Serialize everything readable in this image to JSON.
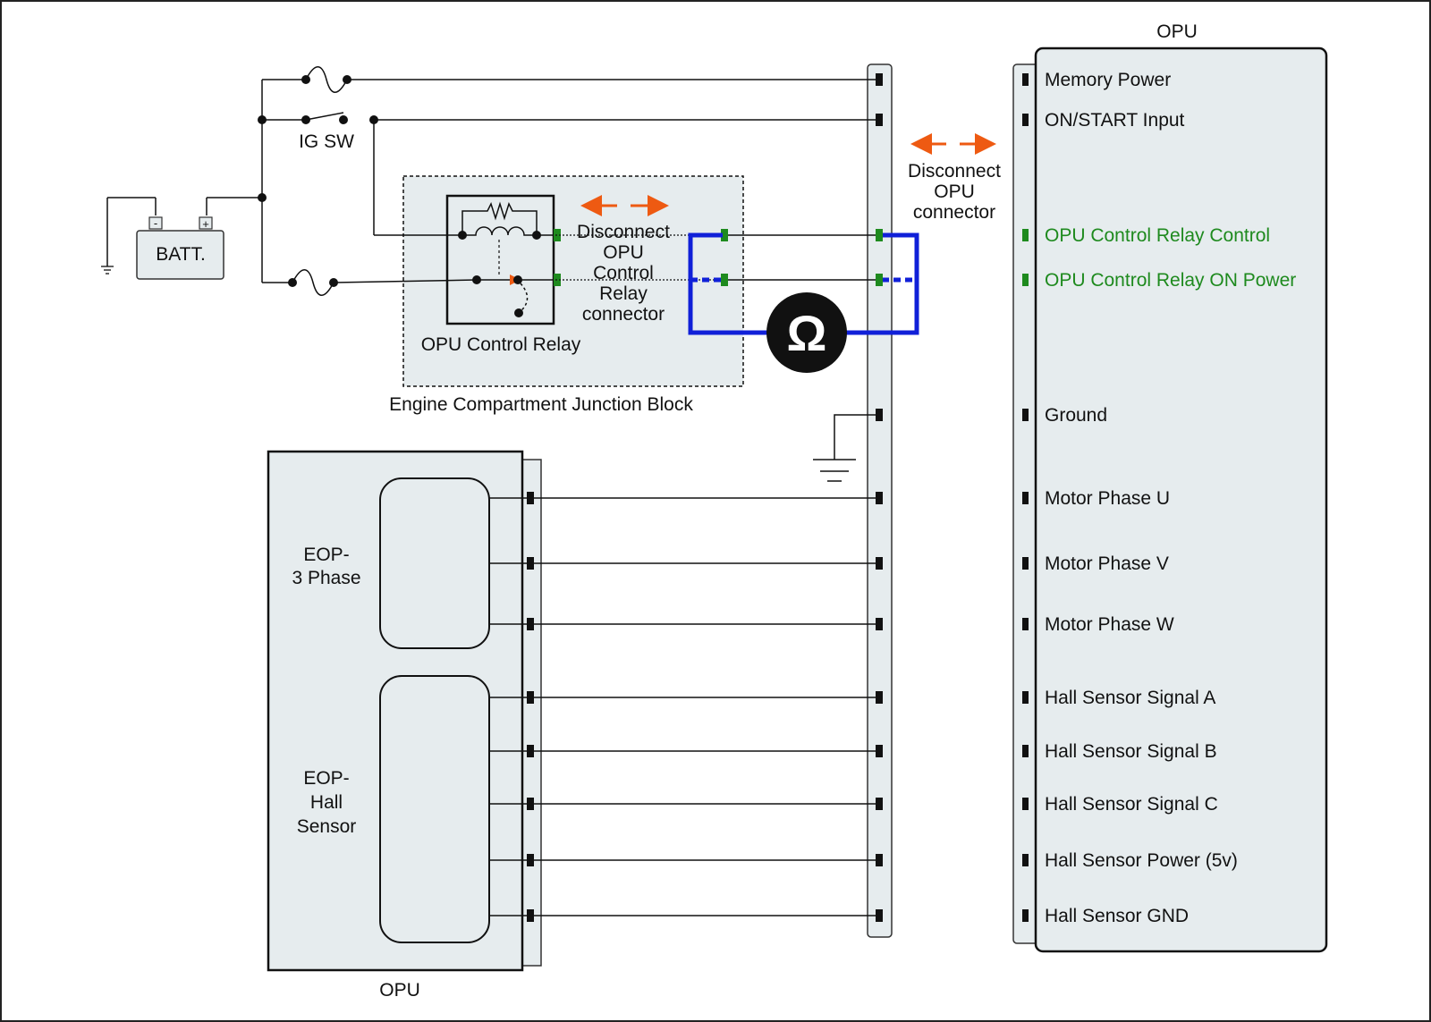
{
  "colors": {
    "wire": "#111111",
    "box_fill": "#e6ecee",
    "measure_wire": "#1020d8",
    "action_arrow": "#ee5a12",
    "highlight_text": "#1e8a1e",
    "pin_green": "#1e8a1e"
  },
  "battery": {
    "label": "BATT.",
    "neg": "-",
    "pos": "+"
  },
  "ig_switch": {
    "label": "IG SW"
  },
  "junction_block": {
    "label": "Engine Compartment Junction Block",
    "relay_label": "OPU Control Relay",
    "disconnect_lines": [
      "Disconnect",
      "OPU",
      "Control",
      "Relay",
      "connector"
    ]
  },
  "opu_connector_note": {
    "lines": [
      "Disconnect",
      "OPU",
      "connector"
    ]
  },
  "ohmmeter": {
    "symbol": "Ω"
  },
  "opu_right": {
    "title": "OPU",
    "pins": [
      {
        "label": "Memory Power",
        "highlight": false
      },
      {
        "label": "ON/START  Input",
        "highlight": false
      },
      {
        "label": "OPU Control Relay Control",
        "highlight": true
      },
      {
        "label": "OPU Control Relay ON Power",
        "highlight": true
      },
      {
        "label": "Ground",
        "highlight": false
      },
      {
        "label": "Motor Phase U",
        "highlight": false
      },
      {
        "label": "Motor Phase V",
        "highlight": false
      },
      {
        "label": "Motor Phase W",
        "highlight": false
      },
      {
        "label": "Hall Sensor Signal A",
        "highlight": false
      },
      {
        "label": "Hall Sensor Signal B",
        "highlight": false
      },
      {
        "label": "Hall Sensor Signal C",
        "highlight": false
      },
      {
        "label": "Hall Sensor Power (5v)",
        "highlight": false
      },
      {
        "label": "Hall Sensor GND",
        "highlight": false
      }
    ]
  },
  "opu_left": {
    "label": "OPU",
    "eop_3phase": {
      "lines": [
        "EOP-",
        "3 Phase"
      ]
    },
    "eop_hall": {
      "lines": [
        "EOP-",
        "Hall",
        "Sensor"
      ]
    }
  }
}
